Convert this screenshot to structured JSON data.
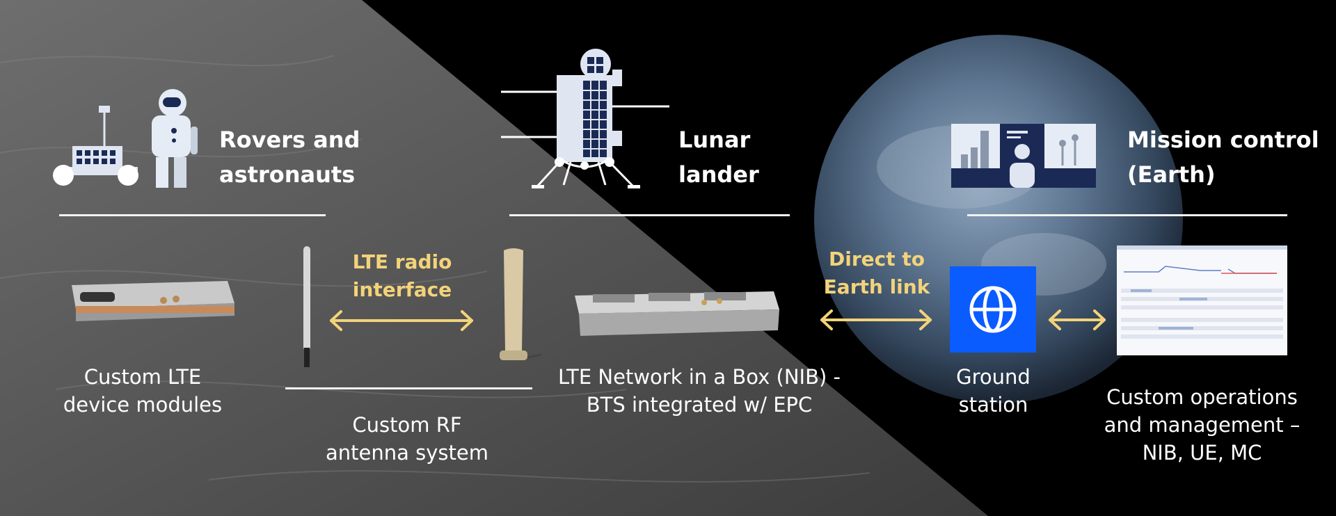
{
  "sections": [
    {
      "title_line1": "Rovers and",
      "title_line2": "astronauts"
    },
    {
      "title_line1": "Lunar",
      "title_line2": "lander"
    },
    {
      "title_line1": "Mission control",
      "title_line2": "(Earth)"
    }
  ],
  "components": {
    "device_modules": {
      "line1": "Custom LTE",
      "line2": "device modules"
    },
    "antenna": {
      "line1": "Custom RF",
      "line2": "antenna system"
    },
    "nib": {
      "line1": "LTE Network in a Box (NIB) -",
      "line2": "BTS integrated w/ EPC"
    },
    "ground_station": {
      "line1": "Ground",
      "line2": "station"
    },
    "operations": {
      "line1": "Custom operations",
      "line2": "and management –",
      "line3": "NIB, UE, MC"
    }
  },
  "links": {
    "lte_radio": {
      "line1": "LTE radio",
      "line2": "interface"
    },
    "direct_earth": {
      "line1": "Direct to",
      "line2": "Earth link"
    }
  },
  "colors": {
    "accent_yellow": "#f3d37a",
    "ground_station_blue": "#0a5cff",
    "moon_gray": "#5f5f5f",
    "space_black": "#000000"
  }
}
